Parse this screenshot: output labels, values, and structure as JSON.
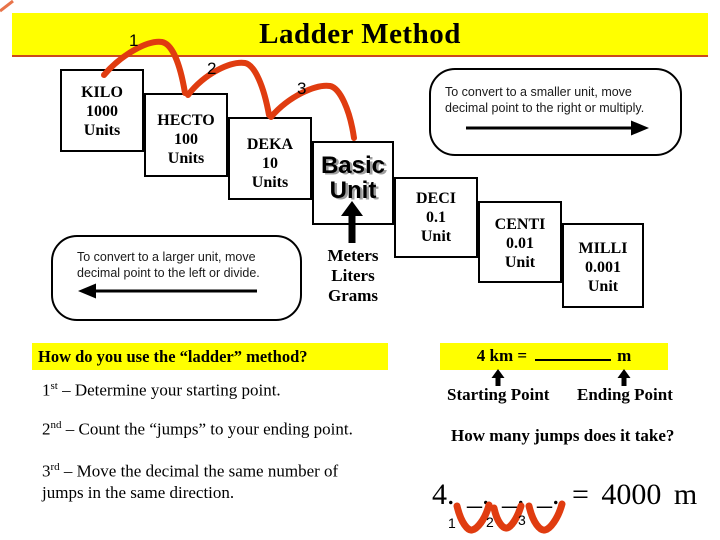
{
  "title": "Ladder Method",
  "colors": {
    "highlight": "#FFFF00",
    "jump_red": "#E03C10"
  },
  "ladder": {
    "jump_labels": [
      "1",
      "2",
      "3"
    ],
    "boxes": [
      {
        "lines": [
          "KILO",
          "1000",
          "Units"
        ]
      },
      {
        "lines": [
          "HECTO",
          "100",
          "Units"
        ]
      },
      {
        "lines": [
          "DEKA",
          "10",
          "Units"
        ]
      },
      {
        "lines": [
          "Basic",
          "Unit"
        ]
      },
      {
        "lines": [
          "DECI",
          "0.1",
          "Unit"
        ]
      },
      {
        "lines": [
          "CENTI",
          "0.01",
          "Unit"
        ]
      },
      {
        "lines": [
          "MILLI",
          "0.001",
          "Unit"
        ]
      }
    ],
    "basic_caption_lines": [
      "Meters",
      "Liters",
      "Grams"
    ]
  },
  "callouts": {
    "smaller": {
      "line1": "To convert to a smaller unit, move",
      "line2": "decimal  point to the right or multiply."
    },
    "larger": {
      "line1": "To convert to a larger unit, move",
      "line2": "decimal  point to the left or divide."
    }
  },
  "howto": {
    "heading": "How do you use the “ladder” method?",
    "steps": [
      {
        "ord": "1",
        "sup": "st",
        "rest": " – Determine your starting point."
      },
      {
        "ord": "2",
        "sup": "nd",
        "rest": " – Count the “jumps” to your ending point."
      },
      {
        "ord": "3",
        "sup": "rd",
        "rest": " – Move the decimal the same number of jumps in the same direction."
      }
    ]
  },
  "example": {
    "problem_prefix": "4 km =",
    "problem_suffix": "m",
    "starting_label": "Starting Point",
    "ending_label": "Ending Point",
    "question": "How many jumps does it take?",
    "equation": "4. _. _. _. = 4000 m",
    "jump_numbers": [
      "1",
      "2",
      "3"
    ]
  }
}
